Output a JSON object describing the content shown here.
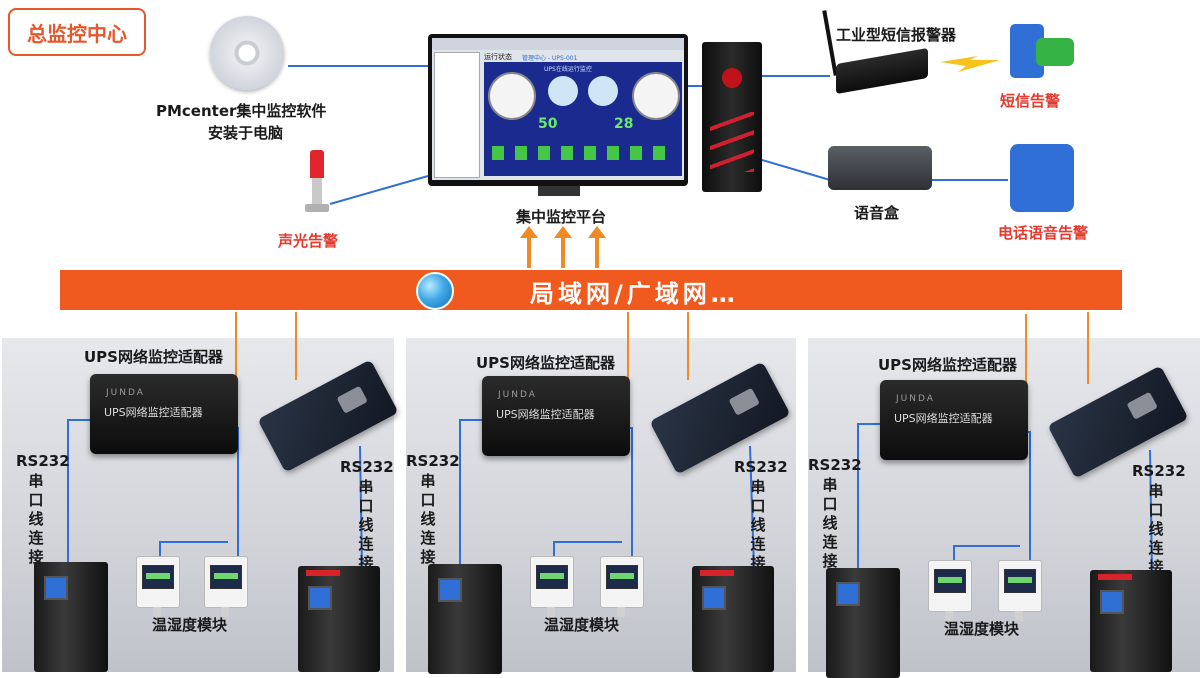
{
  "title": "总监控中心",
  "software": {
    "line1": "PMcenter集中监控软件",
    "line2": "安装于电脑"
  },
  "alarm_light_label": "声光告警",
  "platform_label": "集中监控平台",
  "monitor": {
    "status_tab": "运行状态",
    "screen_title": "UPS在线运行监控",
    "val_left": "50",
    "val_right": "28",
    "nav": "管理中心 - UPS-001"
  },
  "sms_device_label": "工业型短信报警器",
  "sms_alarm_label": "短信告警",
  "voice_box_label": "语音盒",
  "voice_alarm_label": "电话语音告警",
  "network_label": "局域网/广域网…",
  "sites": [
    {
      "adapter_label": "UPS网络监控适配器",
      "device_name": "UPS网络监控适配器",
      "brand": "JUNDA",
      "rs232_left": "RS232",
      "rs232_right": "RS232",
      "serial_text": "串口线连接",
      "temp_label": "温湿度模块"
    },
    {
      "adapter_label": "UPS网络监控适配器",
      "device_name": "UPS网络监控适配器",
      "brand": "JUNDA",
      "rs232_left": "RS232",
      "rs232_right": "RS232",
      "serial_text": "串口线连接",
      "temp_label": "温湿度模块"
    },
    {
      "adapter_label": "UPS网络监控适配器",
      "device_name": "UPS网络监控适配器",
      "brand": "JUNDA",
      "rs232_left": "RS232",
      "rs232_right": "RS232",
      "serial_text": "串口线连接",
      "temp_label": "温湿度模块"
    }
  ],
  "colors": {
    "accent_orange": "#f05a1e",
    "title_orange": "#e8562b",
    "alarm_red": "#e53b2f",
    "link_blue": "#2f6fd6",
    "arrow_orange": "#f08a24"
  }
}
